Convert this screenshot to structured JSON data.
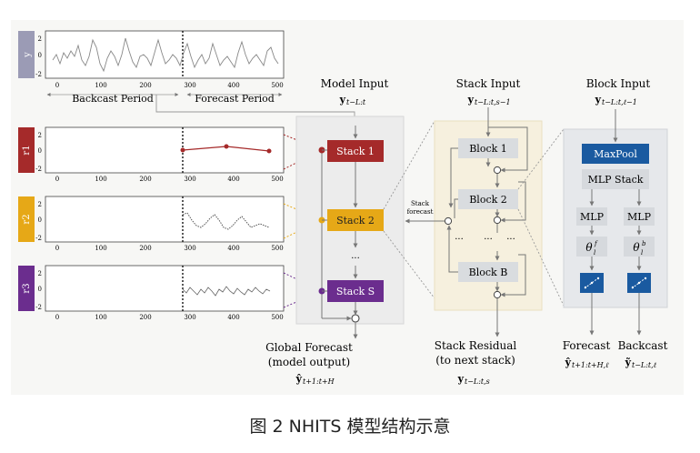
{
  "plots": {
    "y_label": "y",
    "r1_label": "r1",
    "r2_label": "r2",
    "r3_label": "r3",
    "y_ticks": [
      "2",
      "0",
      "-2"
    ],
    "x_ticks": [
      "0",
      "100",
      "200",
      "300",
      "400",
      "500"
    ],
    "backcast_label": "Backcast Period",
    "forecast_label": "Forecast Period",
    "colors": {
      "y": "#9b9bb5",
      "r1": "#a52a2a",
      "r2": "#e6a817",
      "r3": "#6b2d8e"
    }
  },
  "model": {
    "input_title": "Model Input",
    "input_symbol": "y",
    "input_subscript": "t−L:t",
    "stack1": "Stack 1",
    "stack2": "Stack 2",
    "stackS": "Stack S",
    "dots": "···",
    "output_title1": "Global Forecast",
    "output_title2": "(model output)",
    "output_symbol": "ŷ",
    "output_subscript": "t+1:t+H",
    "stack_forecast1": "Stack",
    "stack_forecast2": "forecast"
  },
  "stack": {
    "input_title": "Stack Input",
    "input_symbol": "y",
    "input_subscript": "t−L:t,s−1",
    "block1": "Block 1",
    "block2": "Block 2",
    "blockB": "Block B",
    "residual_title1": "Stack Residual",
    "residual_title2": "(to next stack)",
    "residual_symbol": "y",
    "residual_subscript": "t−L:t,s"
  },
  "block": {
    "input_title": "Block Input",
    "input_symbol": "y",
    "input_subscript": "t−L:t,ℓ−1",
    "maxpool": "MaxPool",
    "mlp_stack": "MLP Stack",
    "mlp_left": "MLP",
    "mlp_right": "MLP",
    "theta_f": "θ",
    "theta_f_sup": "f",
    "theta_f_sub": "l",
    "theta_b": "θ",
    "theta_b_sup": "b",
    "theta_b_sub": "l",
    "forecast_title": "Forecast",
    "forecast_symbol": "ŷ",
    "forecast_subscript": "t+1:t+H,ℓ",
    "backcast_title": "Backcast",
    "backcast_symbol": "ỹ",
    "backcast_subscript": "t−L:t,ℓ"
  },
  "caption": "图 2 NHITS 模型结构示意"
}
